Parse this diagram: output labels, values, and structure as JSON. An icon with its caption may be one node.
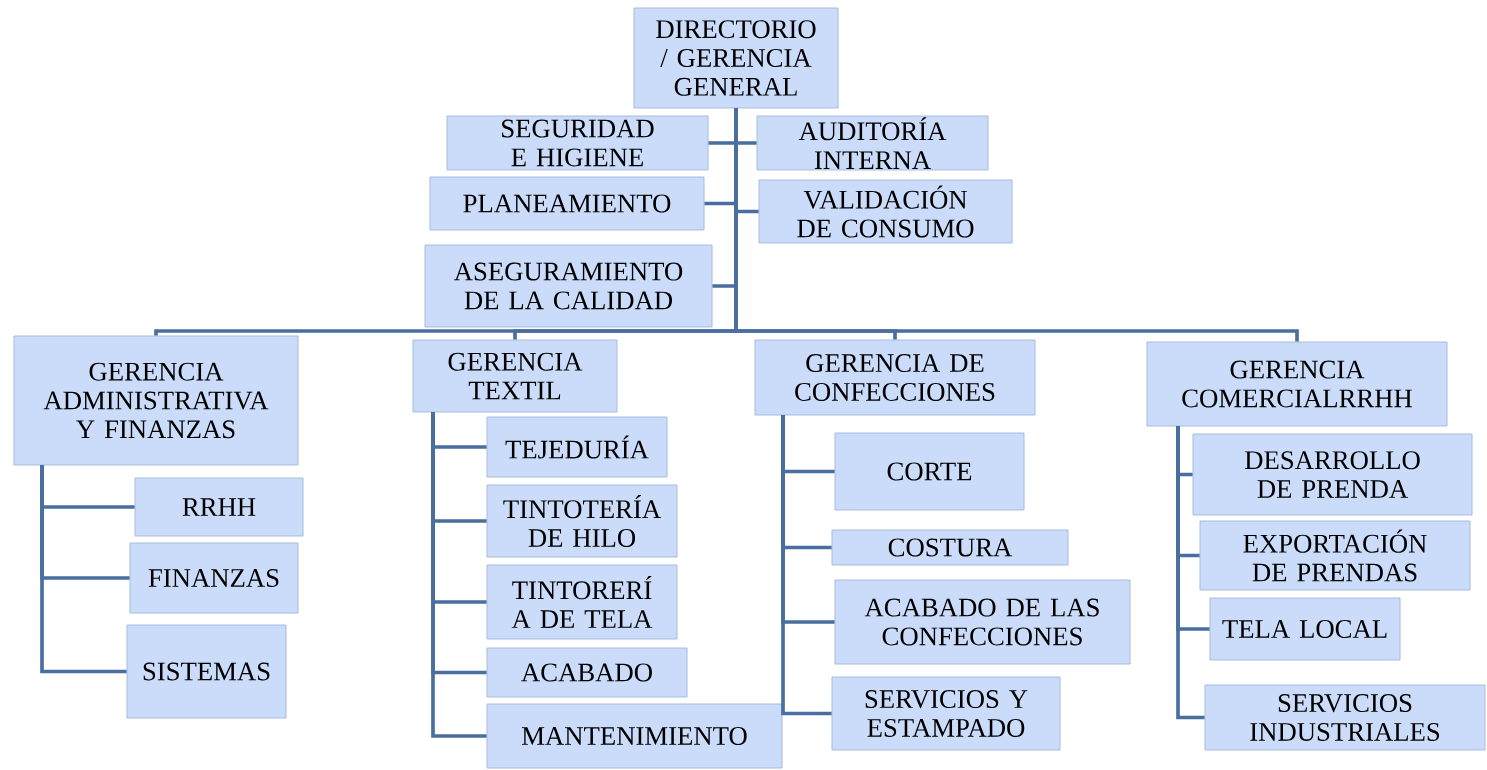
{
  "diagram": {
    "nodes": [
      {
        "text": [
          "DIRECTORIO / GERENCIA GENERAL"
        ]
      },
      {
        "text": [
          "SEGURIDAD E HIGIENE"
        ]
      },
      {
        "text": [
          "AUDITORÍA INTERNA"
        ]
      },
      {
        "text": [
          "PLANEAMIENTO"
        ]
      },
      {
        "text": [
          "VALIDACIÓN DE CONSUMO"
        ]
      },
      {
        "text": [
          "ASEGURAMIENTO DE LA CALIDAD"
        ]
      },
      {
        "text": [
          "GERENCIA ADMINISTRATIVA Y FINANZAS"
        ]
      },
      {
        "text": [
          "RRHH"
        ]
      },
      {
        "text": [
          "FINANZAS"
        ]
      },
      {
        "text": [
          "SISTEMAS"
        ]
      },
      {
        "text": [
          "GERENCIA TEXTIL"
        ]
      },
      {
        "text": [
          "TEJEDURÍA"
        ]
      },
      {
        "text": [
          "TINTOTERÍA DE HILO"
        ]
      },
      {
        "text": [
          "TINTORERÍ A DE TELA"
        ]
      },
      {
        "text": [
          "ACABADO"
        ]
      },
      {
        "text": [
          "MANTENIMIENTO"
        ]
      },
      {
        "text": [
          "GERENCIA DE CONFECCIONES"
        ]
      },
      {
        "text": [
          "CORTE"
        ]
      },
      {
        "text": [
          "COSTURA"
        ]
      },
      {
        "text": [
          "ACABADO DE LAS CONFECCIONES"
        ]
      },
      {
        "text": [
          "SERVICIOS Y ESTAMPADO"
        ]
      },
      {
        "text": [
          "GERENCIA COMERCIALRRHH"
        ]
      },
      {
        "text": [
          "DESARROLLO DE PRENDA"
        ]
      },
      {
        "text": [
          "EXPORTACIÓN DE PRENDAS"
        ]
      },
      {
        "text": [
          "TELA LOCAL"
        ]
      },
      {
        "text": [
          "SERVICIOS INDUSTRIALES"
        ]
      }
    ],
    "edges": [
      {
        "from": 0,
        "to": 1,
        "arrow": "none"
      },
      {
        "from": 0,
        "to": 2,
        "arrow": "none"
      },
      {
        "from": 0,
        "to": 3,
        "arrow": "none"
      },
      {
        "from": 0,
        "to": 4,
        "arrow": "none"
      },
      {
        "from": 0,
        "to": 5,
        "arrow": "none"
      },
      {
        "from": 0,
        "to": 6,
        "arrow": "none"
      },
      {
        "from": 0,
        "to": 10,
        "arrow": "none"
      },
      {
        "from": 0,
        "to": 16,
        "arrow": "none"
      },
      {
        "from": 0,
        "to": 21,
        "arrow": "none"
      },
      {
        "from": 6,
        "to": 7,
        "arrow": "none"
      },
      {
        "from": 6,
        "to": 8,
        "arrow": "none"
      },
      {
        "from": 6,
        "to": 9,
        "arrow": "none"
      },
      {
        "from": 10,
        "to": 11,
        "arrow": "none"
      },
      {
        "from": 10,
        "to": 12,
        "arrow": "none"
      },
      {
        "from": 10,
        "to": 13,
        "arrow": "none"
      },
      {
        "from": 10,
        "to": 14,
        "arrow": "none"
      },
      {
        "from": 10,
        "to": 15,
        "arrow": "none"
      },
      {
        "from": 16,
        "to": 17,
        "arrow": "none"
      },
      {
        "from": 16,
        "to": 18,
        "arrow": "none"
      },
      {
        "from": 16,
        "to": 19,
        "arrow": "none"
      },
      {
        "from": 16,
        "to": 20,
        "arrow": "none"
      },
      {
        "from": 21,
        "to": 22,
        "arrow": "none"
      },
      {
        "from": 21,
        "to": 23,
        "arrow": "none"
      },
      {
        "from": 21,
        "to": 24,
        "arrow": "none"
      },
      {
        "from": 21,
        "to": 25,
        "arrow": "none"
      }
    ]
  }
}
